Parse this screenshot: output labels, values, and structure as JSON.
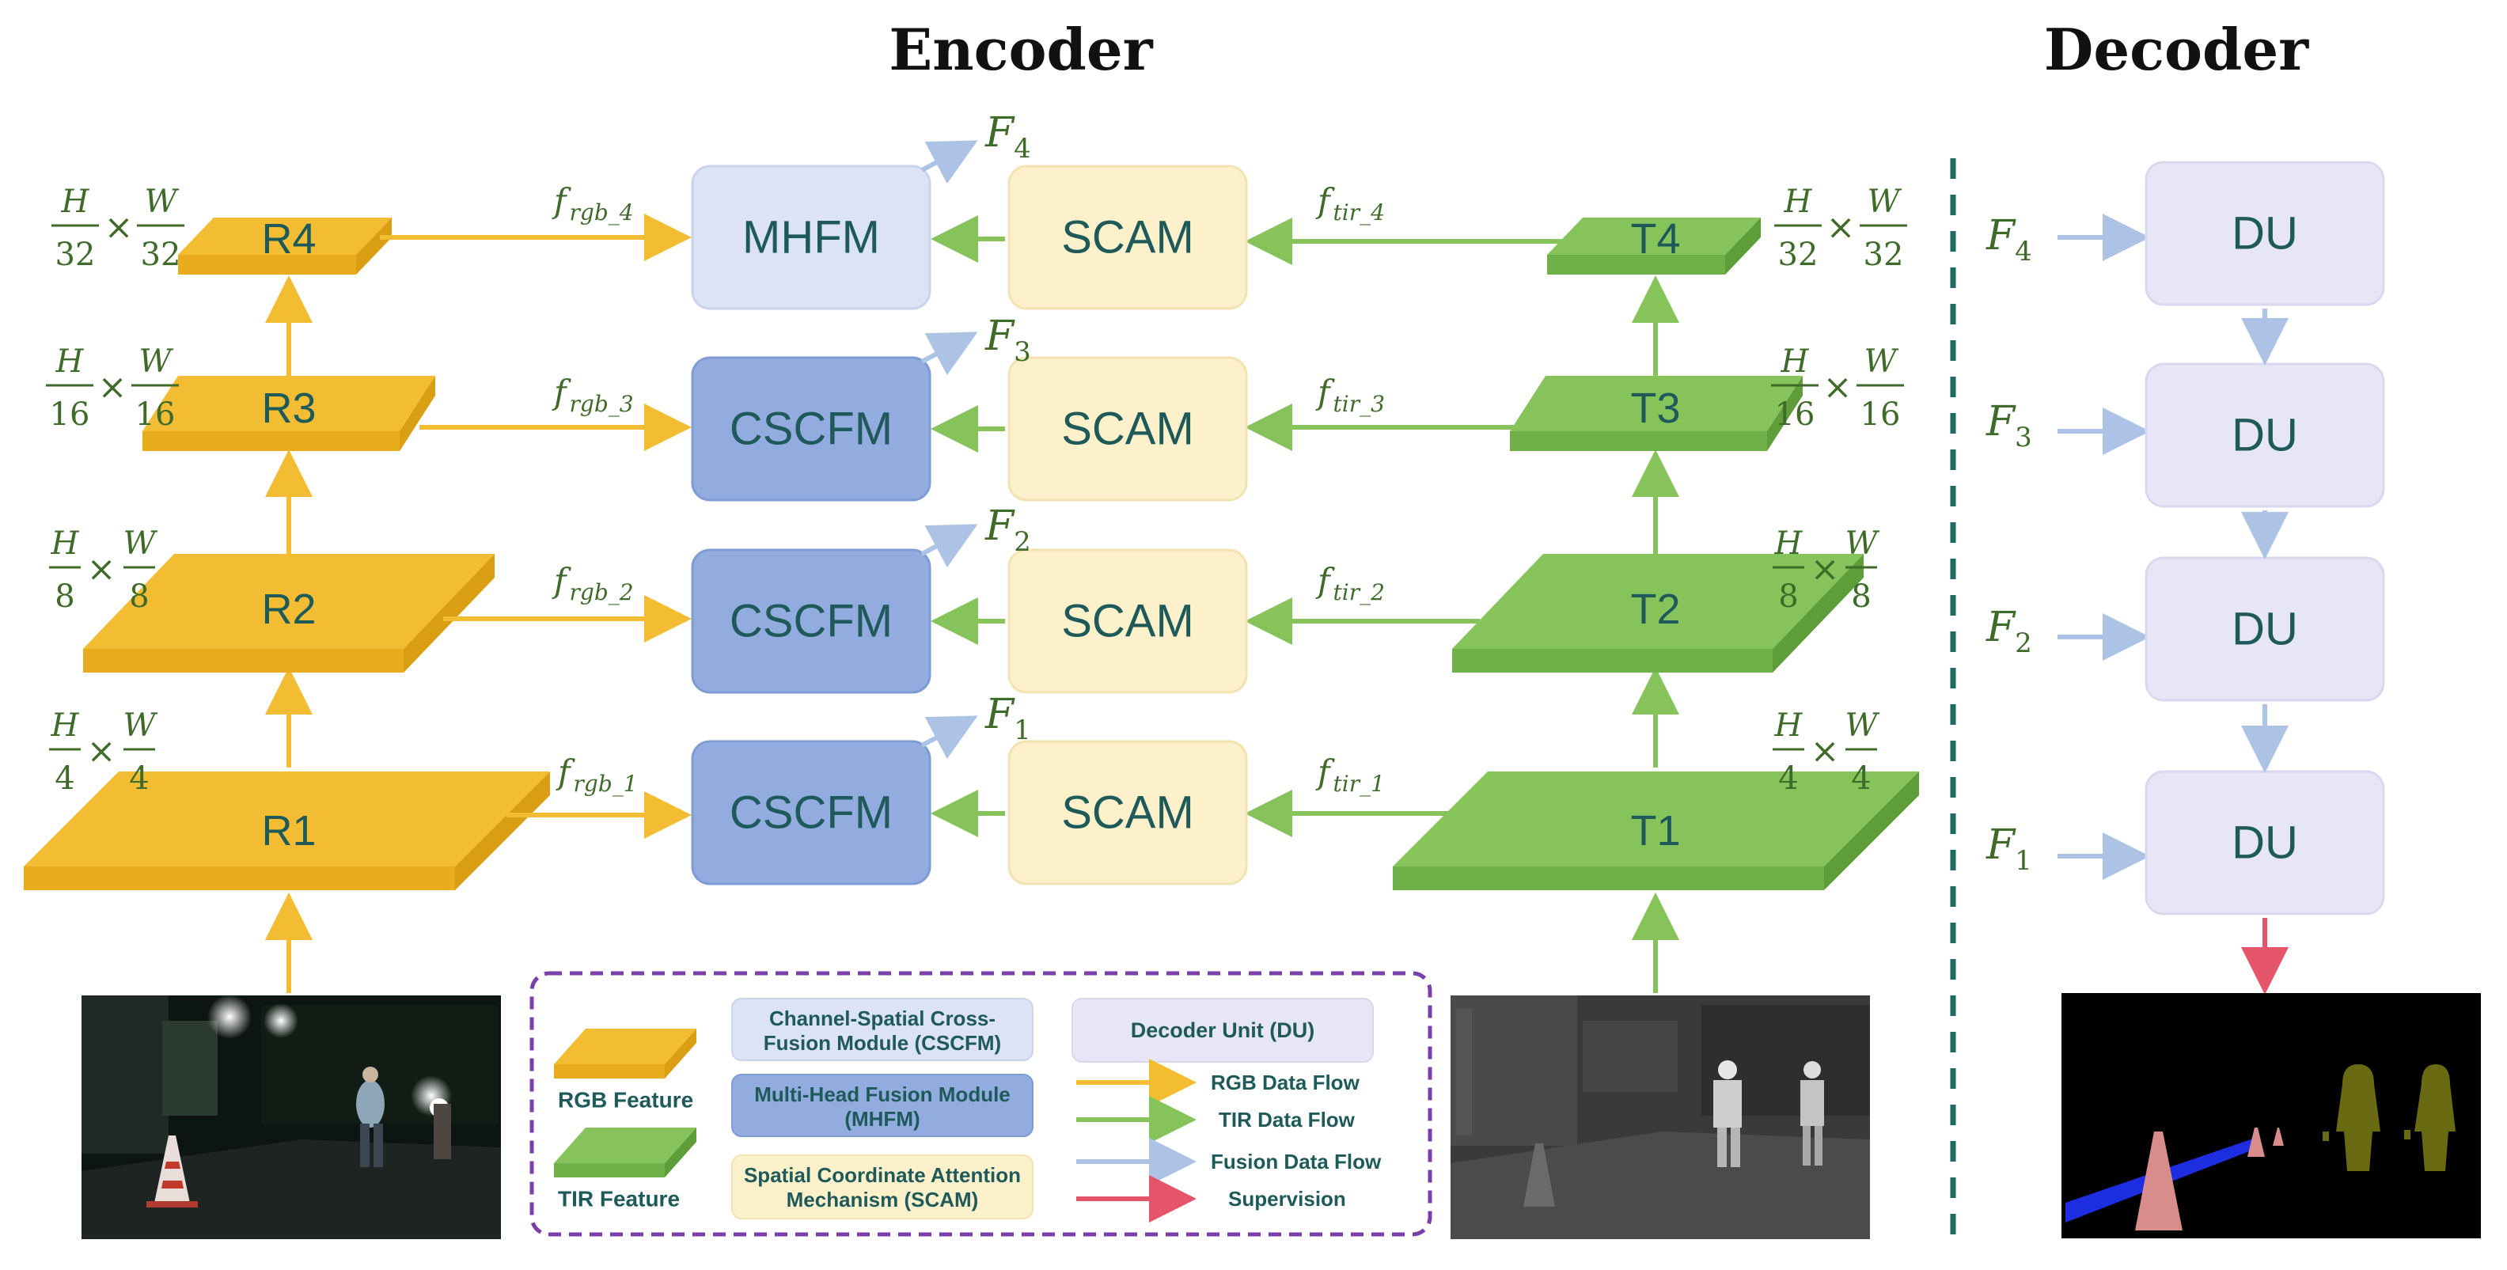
{
  "titles": {
    "encoder": "Encoder",
    "decoder": "Decoder"
  },
  "rgb_blocks": [
    "R4",
    "R3",
    "R2",
    "R1"
  ],
  "tir_blocks": [
    "T4",
    "T3",
    "T2",
    "T1"
  ],
  "fusion_modules": [
    "MHFM",
    "CSCFM",
    "CSCFM",
    "CSCFM"
  ],
  "scam_label": "SCAM",
  "decoder_label": "DU",
  "scale_factors": [
    {
      "num": "H",
      "den": "32",
      "num2": "W",
      "den2": "32",
      "times": "×"
    },
    {
      "num": "H",
      "den": "16",
      "num2": "W",
      "den2": "16",
      "times": "×"
    },
    {
      "num": "H",
      "den": "8",
      "num2": "W",
      "den2": "8",
      "times": "×"
    },
    {
      "num": "H",
      "den": "4",
      "num2": "W",
      "den2": "4",
      "times": "×"
    }
  ],
  "rgb_flow_labels": [
    {
      "base": "f",
      "sub": "rgb_4"
    },
    {
      "base": "f",
      "sub": "rgb_3"
    },
    {
      "base": "f",
      "sub": "rgb_2"
    },
    {
      "base": "f",
      "sub": "rgb_1"
    }
  ],
  "tir_flow_labels": [
    {
      "base": "f",
      "sub": "tir_4"
    },
    {
      "base": "f",
      "sub": "tir_3"
    },
    {
      "base": "f",
      "sub": "tir_2"
    },
    {
      "base": "f",
      "sub": "tir_1"
    }
  ],
  "fused_features": [
    {
      "base": "F",
      "sub": "4"
    },
    {
      "base": "F",
      "sub": "3"
    },
    {
      "base": "F",
      "sub": "2"
    },
    {
      "base": "F",
      "sub": "1"
    }
  ],
  "legend": {
    "rgb_feature": "RGB Feature",
    "tir_feature": "TIR Feature",
    "cscfm_line1": "Channel-Spatial Cross-",
    "cscfm_line2": "Fusion Module (CSCFM)",
    "mhfm_line1": "Multi-Head Fusion Module",
    "mhfm_line2": "(MHFM)",
    "scam_line1": "Spatial Coordinate Attention",
    "scam_line2": "Mechanism (SCAM)",
    "du": "Decoder Unit (DU)",
    "rgb_flow": "RGB Data Flow",
    "tir_flow": "TIR Data Flow",
    "fusion_flow": "Fusion Data Flow",
    "supervision": "Supervision"
  },
  "colors": {
    "rgb": "#f2bd33",
    "rgb_dark": "#d99e12",
    "tir": "#86c35a",
    "tir_dark": "#5e9d3a",
    "cscfm": "#93acdf",
    "mhfm": "#dbe3f4",
    "scam": "#fdf1cc",
    "du": "#e7e6f6",
    "fusion_flow": "#adc3e6",
    "supervision": "#e5556a",
    "legend_border": "#7a3fa8",
    "divider": "#1f6b63",
    "text": "#1f5a5a",
    "math": "#3f6b2a"
  }
}
